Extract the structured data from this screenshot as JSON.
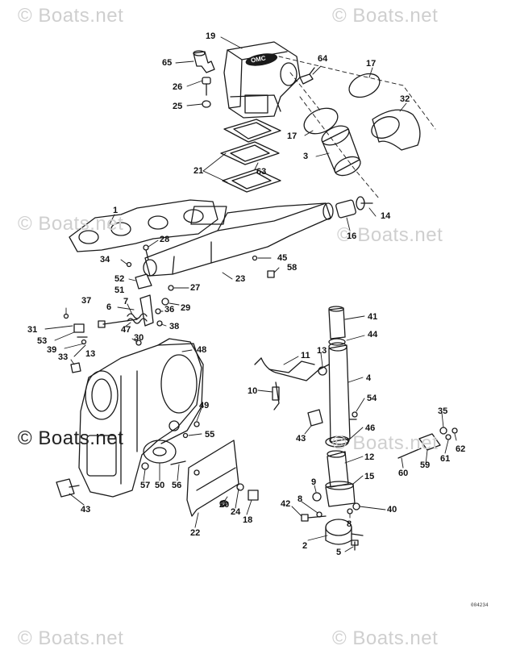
{
  "watermark": {
    "text": "© Boats.net"
  },
  "figure_code": "004234",
  "brand_logo": "OMC",
  "callouts": [
    "19",
    "65",
    "64",
    "17",
    "26",
    "32",
    "25",
    "17",
    "3",
    "21",
    "63",
    "1",
    "14",
    "16",
    "28",
    "34",
    "45",
    "58",
    "52",
    "23",
    "27",
    "51",
    "29",
    "7",
    "36",
    "6",
    "37",
    "31",
    "47",
    "38",
    "53",
    "30",
    "39",
    "33",
    "13",
    "48",
    "11",
    "13",
    "41",
    "44",
    "4",
    "10",
    "54",
    "49",
    "55",
    "43",
    "35",
    "46",
    "12",
    "62",
    "61",
    "59",
    "60",
    "15",
    "57",
    "50",
    "56",
    "9",
    "8",
    "42",
    "40",
    "20",
    "24",
    "18",
    "22",
    "43",
    "2",
    "8",
    "5"
  ],
  "colors": {
    "line": "#1a1a1a",
    "watermark": "#cfcfcf"
  }
}
